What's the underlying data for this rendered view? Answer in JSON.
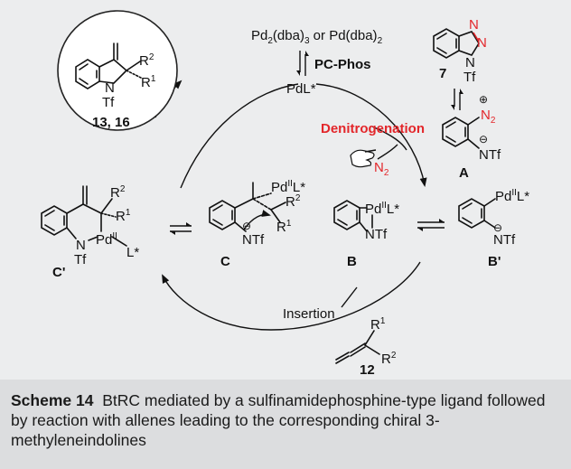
{
  "scheme": {
    "precursor_text": "Pd2(dba)3 or Pd(dba)2",
    "ligand_name": "PC-Phos",
    "catalyst": "PdL*",
    "step_denitrogenation": "Denitrogenation",
    "n2": "N2",
    "step_insertion": "Insertion",
    "substrate_label": "7",
    "intermediate_A": "A",
    "intermediate_B": "B",
    "intermediate_Bp": "B'",
    "intermediate_C": "C",
    "intermediate_Cp": "C'",
    "allene_label": "12",
    "product_label": "13, 16",
    "atoms": {
      "N": "N",
      "Tf": "Tf",
      "NTf": "NTf",
      "R1": "R1",
      "R2": "R2",
      "PdIIL": "PdIIL*",
      "PdII": "PdII",
      "L": "L*"
    }
  },
  "caption": {
    "label": "Scheme 14",
    "text": "BtRC mediated by a sulfinamidephosphine-type ligand followed by reaction with allenes leading to the corresponding chiral 3-methyleneindolines"
  },
  "colors": {
    "accent": "#e3262a",
    "panel": "#ecedee",
    "caption_panel": "#dcdddf"
  }
}
